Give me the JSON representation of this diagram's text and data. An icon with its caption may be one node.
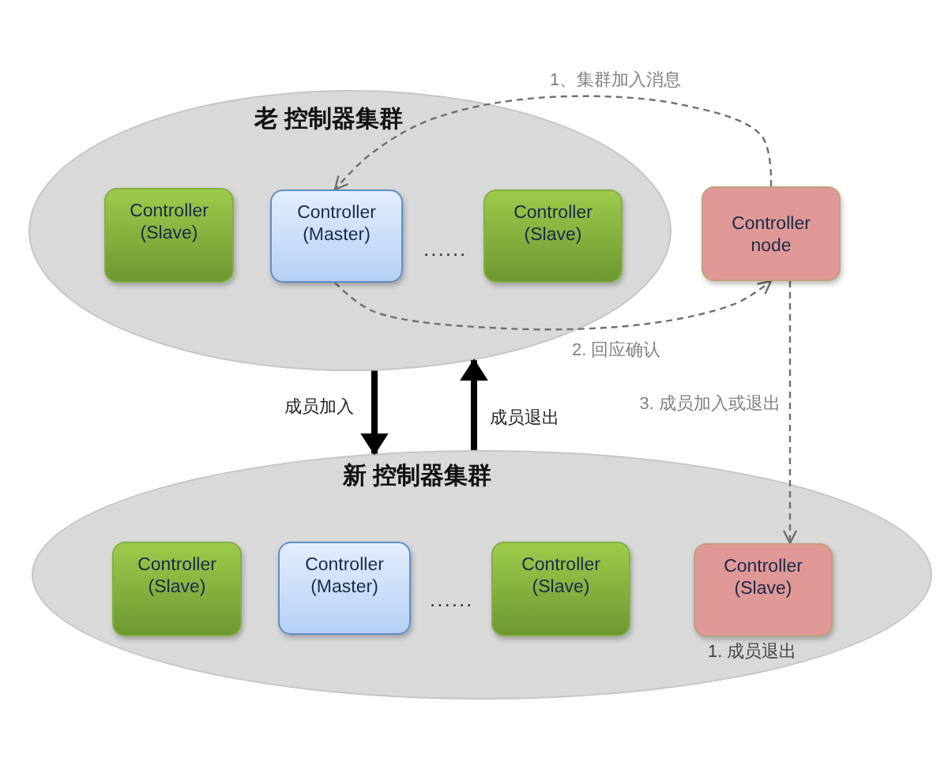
{
  "diagram": {
    "nodes": [
      {
        "text": [
          "老 控制器集群"
        ]
      },
      {
        "text": [
          "Controller (Slave)"
        ],
        "in": 0
      },
      {
        "text": [
          "Controller (Master)"
        ],
        "in": 0
      },
      {
        "text": [
          "Controller (Slave)"
        ],
        "in": 0
      },
      {
        "text": [
          "Controller node"
        ]
      },
      {
        "text": [
          "新 控制器集群"
        ]
      },
      {
        "text": [
          "Controller (Slave)"
        ],
        "in": 5
      },
      {
        "text": [
          "Controller (Master)"
        ],
        "in": 5
      },
      {
        "text": [
          "Controller (Slave)"
        ],
        "in": 5
      },
      {
        "text": [
          "Controller (Slave)"
        ],
        "in": 5,
        "beside": [
          "1. 成员退出"
        ]
      }
    ],
    "edges": [
      {
        "from": 4,
        "to": 2,
        "arrow": "to",
        "label": "1、集群加入消息",
        "style": "dashed"
      },
      {
        "from": 2,
        "to": 4,
        "arrow": "to",
        "label": "2. 回应确认",
        "style": "dashed"
      },
      {
        "from": 4,
        "to": 9,
        "arrow": "to",
        "label": "3. 成员加入或退出",
        "style": "dashed"
      },
      {
        "from": 0,
        "to": 5,
        "arrow": "to",
        "label": "成员加入",
        "style": "thick",
        "color": "#000000"
      },
      {
        "from": 5,
        "to": 0,
        "arrow": "to",
        "label": "成员退出",
        "style": "thick",
        "color": "#000000"
      }
    ],
    "labels": [
      "......",
      "......"
    ]
  }
}
